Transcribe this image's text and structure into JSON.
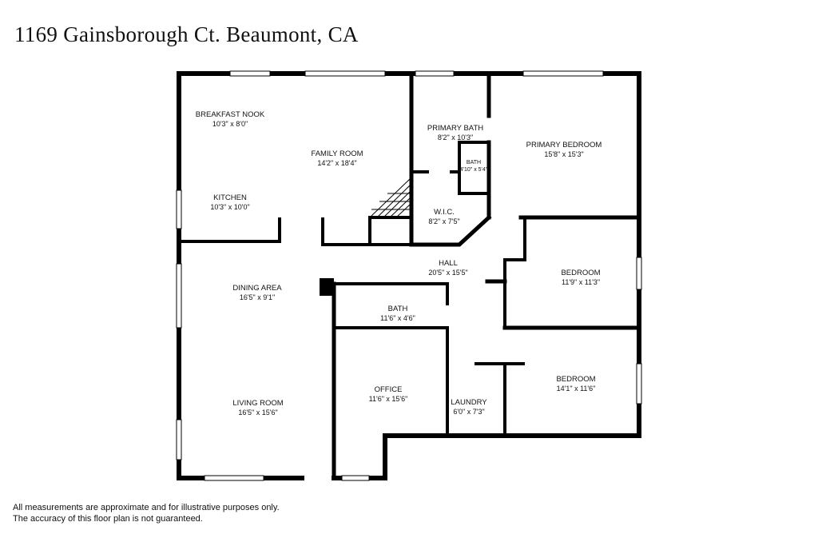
{
  "title": "1169 Gainsborough Ct. Beaumont, CA",
  "colors": {
    "wall": "#000000",
    "window": "#ffffff",
    "background": "#ffffff"
  },
  "rooms": {
    "breakfast_nook": {
      "name": "BREAKFAST NOOK",
      "size": "10'3\" x 8'0\""
    },
    "family_room": {
      "name": "FAMILY ROOM",
      "size": "14'2\" x 18'4\""
    },
    "kitchen": {
      "name": "KITCHEN",
      "size": "10'3\" x 10'0\""
    },
    "primary_bath": {
      "name": "PRIMARY BATH",
      "size": "8'2\" x 10'3\""
    },
    "bath_small": {
      "name": "BATH",
      "size": "4'10\" x 5'4\""
    },
    "primary_bedroom": {
      "name": "PRIMARY BEDROOM",
      "size": "15'8\" x 15'3\""
    },
    "wic": {
      "name": "W.I.C.",
      "size": "8'2\" x 7'5\""
    },
    "hall": {
      "name": "HALL",
      "size": "20'5\" x 15'5\""
    },
    "dining_area": {
      "name": "DINING AREA",
      "size": "16'5\" x 9'1\""
    },
    "bath_hall": {
      "name": "BATH",
      "size": "11'6\" x 4'6\""
    },
    "bedroom_2": {
      "name": "BEDROOM",
      "size": "11'9\" x 11'3\""
    },
    "living_room": {
      "name": "LIVING ROOM",
      "size": "16'5\" x 15'6\""
    },
    "office": {
      "name": "OFFICE",
      "size": "11'6\" x 15'6\""
    },
    "laundry": {
      "name": "LAUNDRY",
      "size": "6'0\" x 7'3\""
    },
    "bedroom_3": {
      "name": "BEDROOM",
      "size": "14'1\" x 11'6\""
    }
  },
  "disclaimer": {
    "line1": "All measurements are approximate and for illustrative purposes only.",
    "line2": "The accuracy of this floor plan is not guaranteed."
  }
}
